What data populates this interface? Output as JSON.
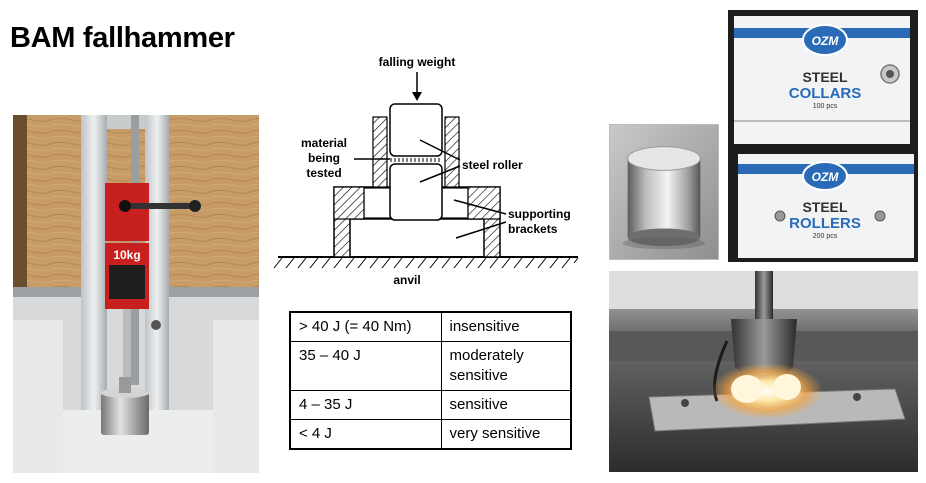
{
  "title": "BAM fallhammer",
  "diagram": {
    "falling_weight": "falling weight",
    "material_line1": "material",
    "material_line2": "being",
    "material_line3": "tested",
    "steel_roller": "steel roller",
    "supporting_line1": "supporting",
    "supporting_line2": "brackets",
    "anvil": "anvil"
  },
  "apparatus_photo": {
    "weight_label": "10kg"
  },
  "boxes_photo": {
    "brand": "OZM",
    "box1_line1": "STEEL",
    "box1_line2": "COLLARS",
    "box1_line3": "100 pcs",
    "box2_line1": "STEEL",
    "box2_line2": "ROLLERS",
    "box2_line3": "200 pcs"
  },
  "sensitivity_table": {
    "rows": [
      {
        "energy": ">  40 J (= 40 Nm)",
        "class": "insensitive"
      },
      {
        "energy": "35 – 40 J",
        "class": "moderately sensitive"
      },
      {
        "energy": "4 – 35 J",
        "class": "sensitive"
      },
      {
        "energy": "< 4 J",
        "class": "very sensitive"
      }
    ]
  },
  "colors": {
    "weight_red": "#c8201e",
    "box_blue": "#2a6bb8",
    "wood": "#c49a66",
    "flash": "#ffd27a"
  }
}
